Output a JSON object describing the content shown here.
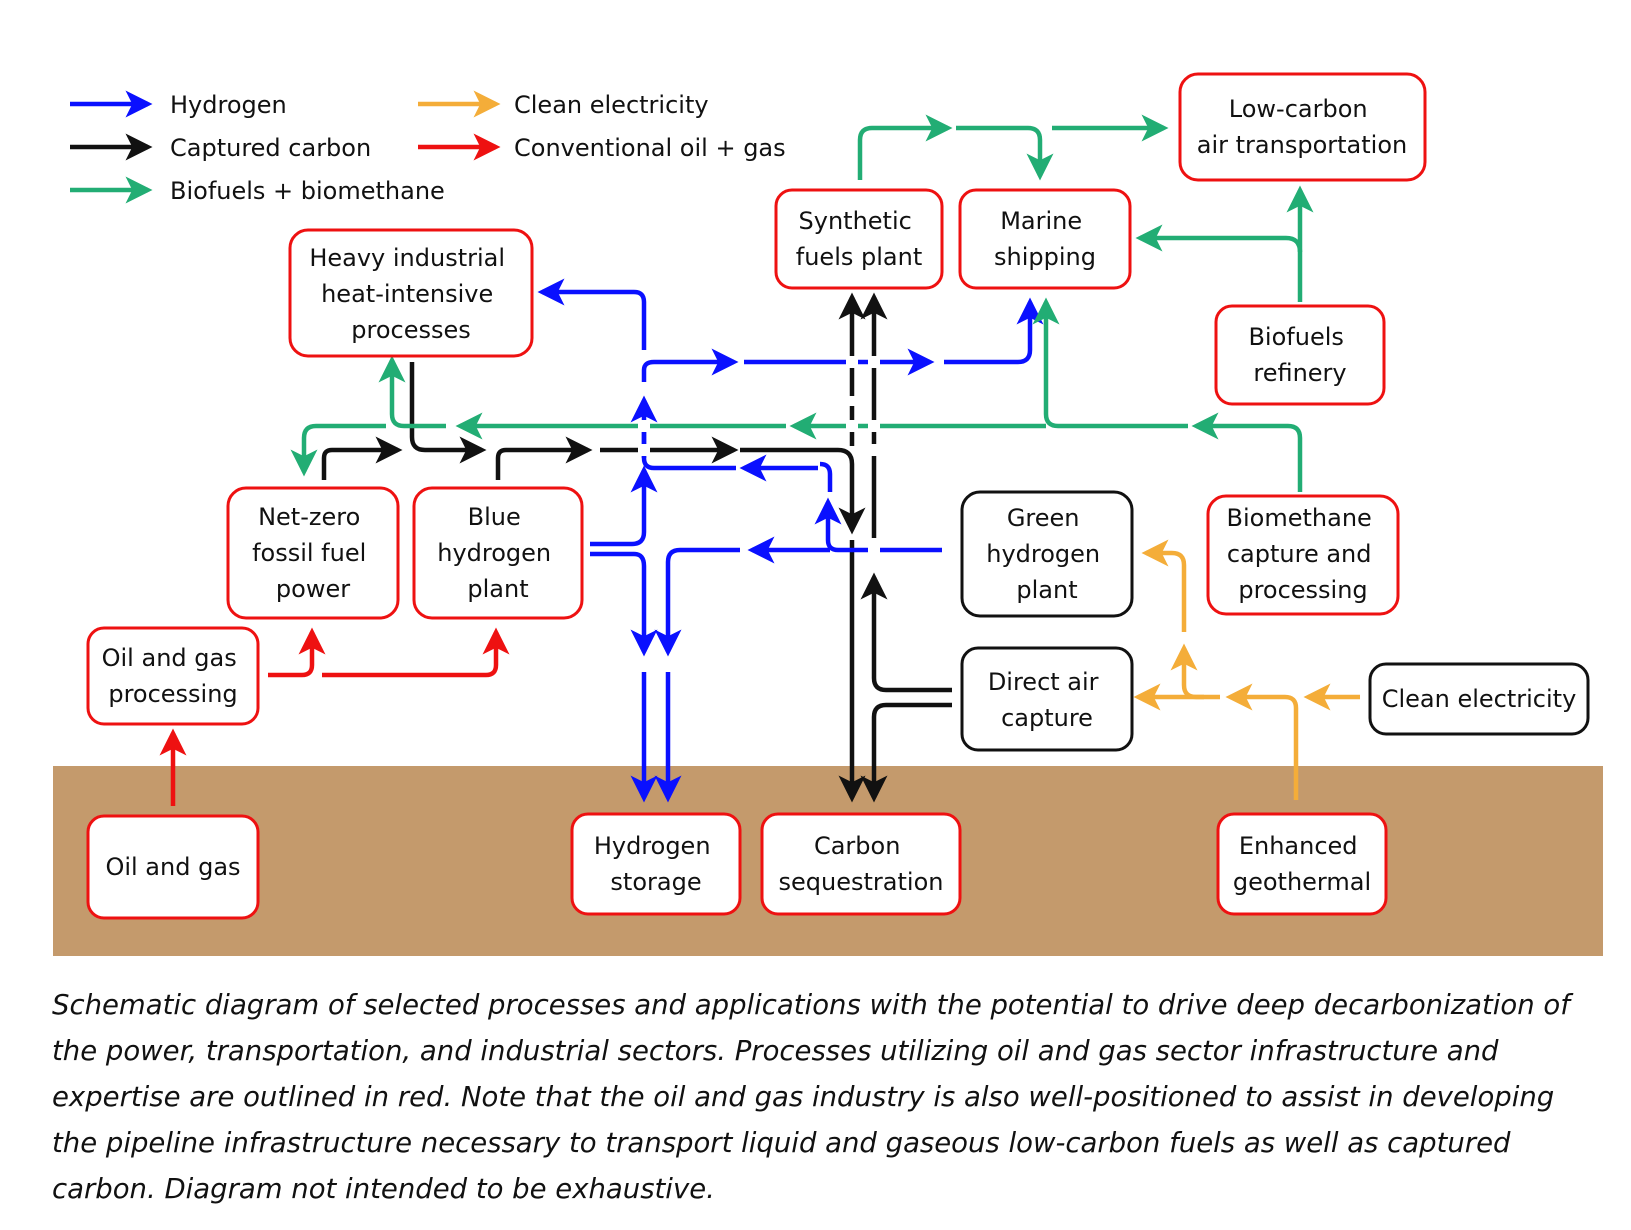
{
  "colors": {
    "hydrogen": "#0a10ff",
    "captured_carbon": "#111111",
    "biofuels": "#22ad74",
    "clean_electricity": "#f4ad39",
    "conventional": "#ee1111",
    "ground": "#c49a6c",
    "oil_gas_outline": "#ee1111",
    "other_outline": "#111111"
  },
  "legend": {
    "hydrogen": "Hydrogen",
    "captured_carbon": "Captured carbon",
    "biofuels": "Biofuels + biomethane",
    "clean_electricity": "Clean electricity",
    "conventional": "Conventional oil + gas"
  },
  "nodes": {
    "low_carbon_air": [
      "Low-carbon",
      "air transportation"
    ],
    "synthetic_fuels": [
      "Synthetic",
      "fuels plant"
    ],
    "marine_shipping": [
      "Marine",
      "shipping"
    ],
    "heavy_industrial": [
      "Heavy industrial",
      "heat-intensive",
      "processes"
    ],
    "biofuels_refinery": [
      "Biofuels",
      "refinery"
    ],
    "net_zero_power": [
      "Net-zero",
      "fossil fuel",
      "power"
    ],
    "blue_hydrogen": [
      "Blue",
      "hydrogen",
      "plant"
    ],
    "green_hydrogen": [
      "Green",
      "hydrogen",
      "plant"
    ],
    "biomethane": [
      "Biomethane",
      "capture and",
      "processing"
    ],
    "oil_gas_processing": [
      "Oil and gas",
      "processing"
    ],
    "direct_air_capture": [
      "Direct air",
      "capture"
    ],
    "clean_electricity": [
      "Clean electricity"
    ],
    "oil_and_gas": [
      "Oil and gas"
    ],
    "hydrogen_storage": [
      "Hydrogen",
      "storage"
    ],
    "carbon_sequestration": [
      "Carbon",
      "sequestration"
    ],
    "enhanced_geothermal": [
      "Enhanced",
      "geothermal"
    ]
  },
  "caption": "Schematic diagram of selected processes and applications with the potential to drive deep decarbonization of the power, transportation, and industrial sectors. Processes utilizing oil and gas sector infrastructure and expertise are outlined in red. Note that the oil and gas industry is also well-positioned to assist in developing the pipeline infrastructure necessary to transport liquid and gaseous low-carbon fuels as well as captured carbon. Diagram not intended to be exhaustive."
}
